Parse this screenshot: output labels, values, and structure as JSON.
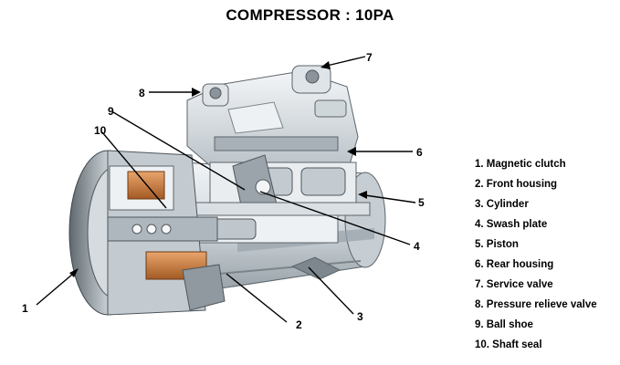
{
  "title": "COMPRESSOR : 10PA",
  "callouts": [
    "1",
    "2",
    "3",
    "4",
    "5",
    "6",
    "7",
    "8",
    "9",
    "10"
  ],
  "legend": [
    "1. Magnetic clutch",
    "2. Front  housing",
    "3. Cylinder",
    "4. Swash plate",
    "5. Piston",
    "6. Rear housing",
    "7. Service valve",
    "8. Pressure relieve valve",
    "9. Ball  shoe",
    "10. Shaft seal"
  ],
  "colors": {
    "metal_light": "#e4e9ec",
    "metal_mid": "#b9c2c8",
    "metal_dark": "#6f7980",
    "coil": "#c9783c",
    "line": "#000000"
  }
}
